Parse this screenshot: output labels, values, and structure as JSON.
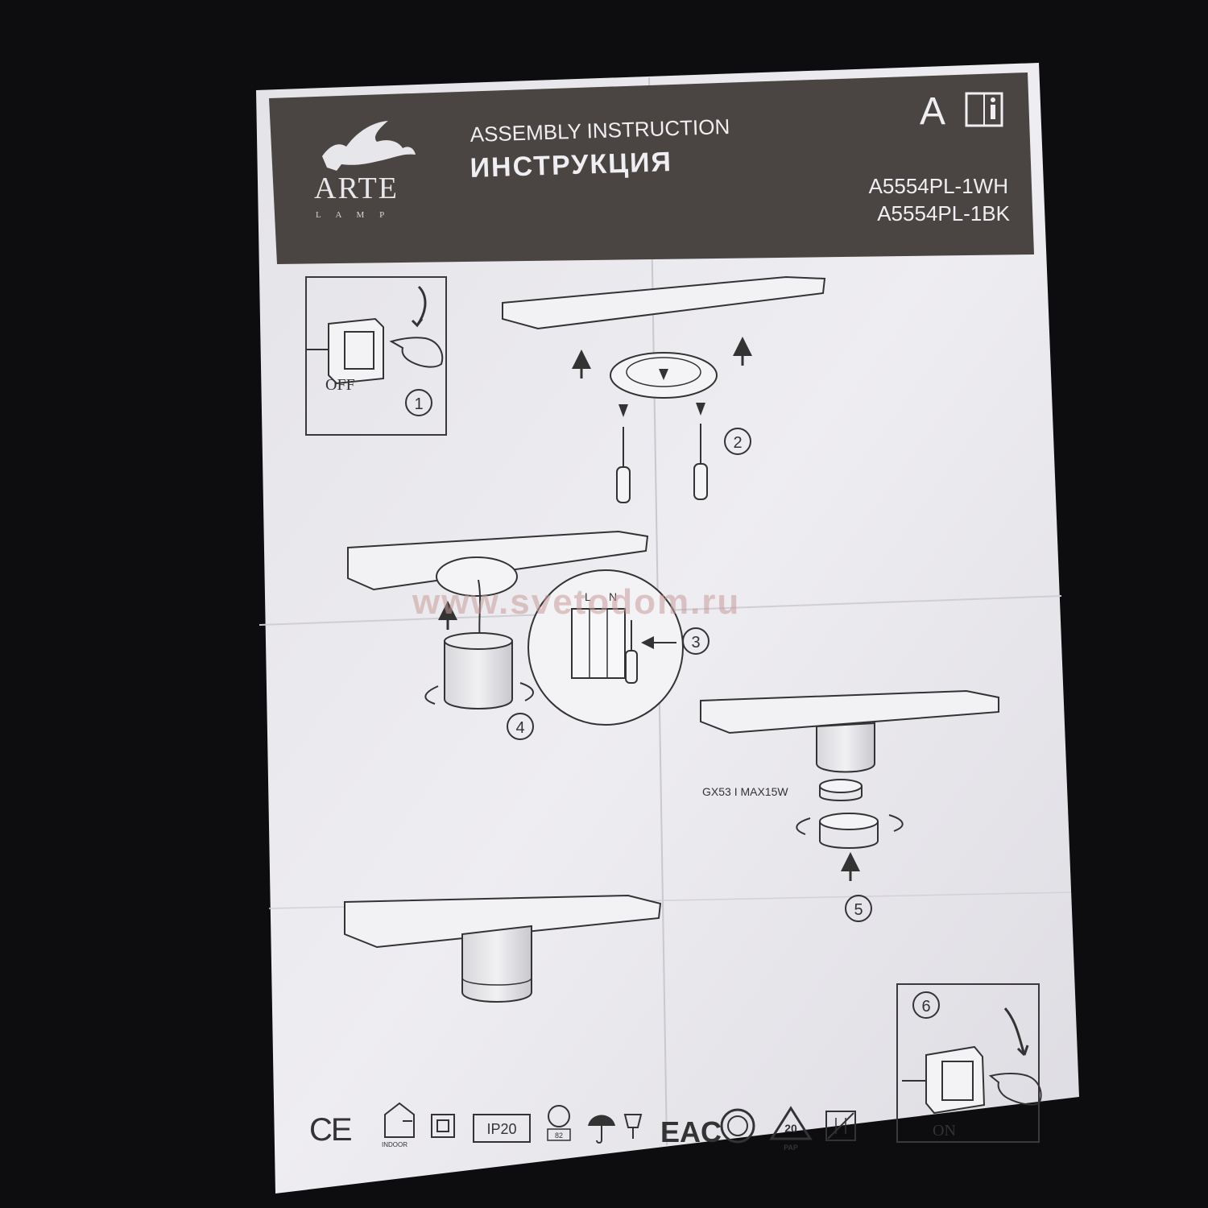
{
  "header": {
    "brand_name": "ARTE",
    "brand_sub": "L A M P",
    "title_en": "ASSEMBLY INSTRUCTION",
    "title_ru": "ИНСТРУКЦИЯ",
    "model_1": "A5554PL-1WH",
    "model_2": "A5554PL-1BK",
    "class_letter": "A",
    "info_icon": "book-info-icon"
  },
  "steps": {
    "s1_label": "OFF",
    "s1_num": "1",
    "s2_num": "2",
    "s3_num": "3",
    "s3_L": "L",
    "s3_N": "N",
    "s4_num": "4",
    "s5_num": "5",
    "s5_spec": "GX53 I MAX15W",
    "s6_num": "6",
    "s6_label": "ON"
  },
  "watermark": "www.svetodom.ru",
  "certs": {
    "ce": "CE",
    "indoor": "INDOOR",
    "ip": "IP20",
    "mark82": "82",
    "eac": "EAC",
    "recycle": "20",
    "pap": "PAP"
  },
  "colors": {
    "background": "#0d0d0f",
    "paper": "#e9e8ec",
    "header_band": "#4a4542",
    "ink": "#3a3a3c"
  }
}
